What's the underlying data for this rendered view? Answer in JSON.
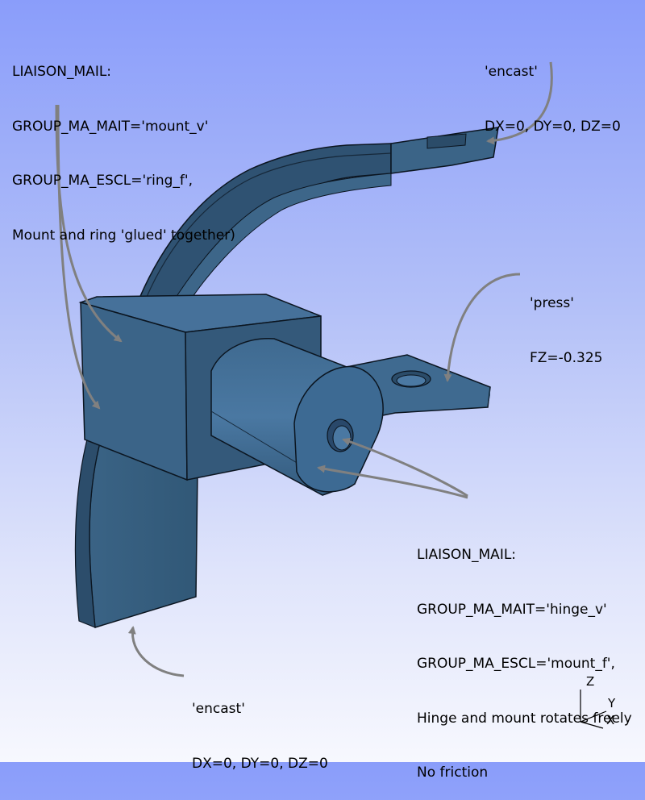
{
  "annotations": {
    "liaison_top": {
      "lines": [
        "LIAISON_MAIL:",
        "GROUP_MA_MAIT='mount_v'",
        "GROUP_MA_ESCL='ring_f',",
        "Mount and ring 'glued' together)"
      ]
    },
    "encast_top": {
      "lines": [
        "'encast'",
        "DX=0, DY=0, DZ=0"
      ]
    },
    "press": {
      "lines": [
        "'press'",
        "FZ=-0.325"
      ]
    },
    "liaison_bottom": {
      "lines": [
        "LIAISON_MAIL:",
        "GROUP_MA_MAIT='hinge_v'",
        "GROUP_MA_ESCL='mount_f',",
        "Hinge and mount rotates freely",
        "No friction"
      ]
    },
    "encast_bottom": {
      "lines": [
        "'encast'",
        "DX=0, DY=0, DZ=0"
      ]
    }
  },
  "axes": {
    "z": "Z",
    "y": "Y",
    "x": "X"
  },
  "colors": {
    "part_fill": "#3c6588",
    "part_light": "#4a77a0",
    "part_dark": "#2a4a66",
    "edge": "#0b1520",
    "arrow": "#808080"
  }
}
